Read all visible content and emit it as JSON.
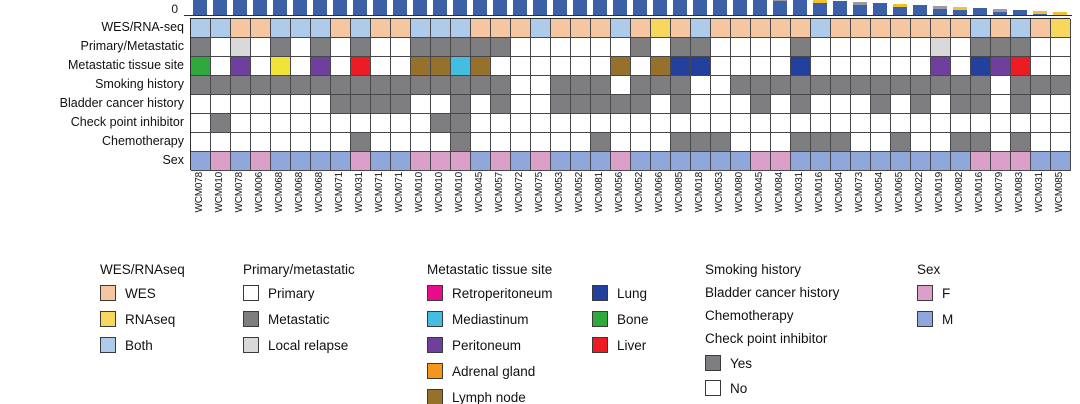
{
  "figure": {
    "kind": "clinical-annotation-heatmap",
    "y_axis_zero_label": "0"
  },
  "colors": {
    "wes": "#F4C7A1",
    "rnaseq": "#F7D75C",
    "both": "#AFCBEA",
    "primary": "#FFFFFF",
    "metastatic": "#7E7E80",
    "local_relapse": "#D9D9D9",
    "retroperitoneum": "#EA0B8C",
    "mediastinum": "#43BEE0",
    "peritoneum": "#6F3F9E",
    "adrenal_gland": "#F7941E",
    "lymph_node": "#96712C",
    "lung": "#24409E",
    "bone": "#2FA83C",
    "liver": "#EC1C24",
    "site_yellow": "#F2E338",
    "yes": "#7E7E80",
    "no": "#FFFFFF",
    "female": "#DAA0CA",
    "male": "#90A7DB",
    "bar_blue": "#3C60A8",
    "cap_yellow": "#F2C12E",
    "cap_orange": "#E8832C",
    "cap_gray": "#9C9CA0",
    "grid": "#47474B"
  },
  "row_labels": [
    "WES/RNA-seq",
    "Primary/Metastatic",
    "Metastatic tissue site",
    "Smoking history",
    "Bladder cancer history",
    "Check point inhibitor",
    "Chemotherapy",
    "Sex"
  ],
  "samples": [
    "WCM078",
    "WCM010",
    "WCM078",
    "WCM006",
    "WCM068",
    "WCM068",
    "WCM068",
    "WCM071",
    "WCM031",
    "WCM071",
    "WCM071",
    "WCM010",
    "WCM010",
    "WCM010",
    "WCM045",
    "WCM057",
    "WCM072",
    "WCM075",
    "WCM053",
    "WCM052",
    "WCM081",
    "WCM056",
    "WCM052",
    "WCM066",
    "WCM085",
    "WCM018",
    "WCM053",
    "WCM080",
    "WCM045",
    "WCM084",
    "WCM031",
    "WCM016",
    "WCM054",
    "WCM073",
    "WCM054",
    "WCM065",
    "WCM022",
    "WCM019",
    "WCM082",
    "WCM016",
    "WCM079",
    "WCM083",
    "WCM031",
    "WCM085"
  ],
  "chart_data": {
    "type": "heatmap",
    "title": "",
    "x": "samples (44 columns)",
    "tracks": {
      "wes_rnaseq": [
        "both",
        "both",
        "wes",
        "wes",
        "both",
        "both",
        "both",
        "wes",
        "both",
        "wes",
        "wes",
        "both",
        "both",
        "both",
        "wes",
        "wes",
        "wes",
        "both",
        "wes",
        "wes",
        "wes",
        "both",
        "wes",
        "rnaseq",
        "wes",
        "both",
        "wes",
        "wes",
        "wes",
        "wes",
        "wes",
        "both",
        "wes",
        "wes",
        "wes",
        "wes",
        "wes",
        "wes",
        "wes",
        "both",
        "wes",
        "both",
        "wes",
        "rnaseq"
      ],
      "primary_metastatic": [
        "metastatic",
        "primary",
        "local_relapse",
        "primary",
        "metastatic",
        "primary",
        "metastatic",
        "primary",
        "metastatic",
        "primary",
        "primary",
        "metastatic",
        "metastatic",
        "metastatic",
        "metastatic",
        "metastatic",
        "primary",
        "primary",
        "primary",
        "primary",
        "primary",
        "primary",
        "metastatic",
        "primary",
        "metastatic",
        "metastatic",
        "primary",
        "primary",
        "primary",
        "primary",
        "metastatic",
        "primary",
        "primary",
        "primary",
        "primary",
        "primary",
        "primary",
        "local_relapse",
        "primary",
        "metastatic",
        "metastatic",
        "metastatic",
        "primary",
        "primary"
      ],
      "metastatic_tissue_site": [
        "bone",
        "",
        "peritoneum",
        "",
        "site_yellow",
        "",
        "peritoneum",
        "",
        "liver",
        "",
        "",
        "lymph_node",
        "lymph_node",
        "mediastinum",
        "lymph_node",
        "",
        "",
        "",
        "",
        "",
        "",
        "lymph_node",
        "",
        "lymph_node",
        "lung",
        "lung",
        "",
        "",
        "",
        "",
        "lung",
        "",
        "",
        "",
        "",
        "",
        "",
        "peritoneum",
        "",
        "lung",
        "peritoneum",
        "liver",
        "",
        ""
      ],
      "smoking_history": [
        "yes",
        "yes",
        "yes",
        "yes",
        "yes",
        "yes",
        "yes",
        "yes",
        "yes",
        "yes",
        "yes",
        "yes",
        "yes",
        "yes",
        "yes",
        "yes",
        "no",
        "no",
        "yes",
        "yes",
        "yes",
        "no",
        "yes",
        "yes",
        "yes",
        "no",
        "no",
        "yes",
        "yes",
        "yes",
        "yes",
        "yes",
        "yes",
        "yes",
        "yes",
        "yes",
        "yes",
        "yes",
        "yes",
        "yes",
        "no",
        "yes",
        "yes",
        "yes"
      ],
      "bladder_cancer_history": [
        "no",
        "no",
        "no",
        "no",
        "no",
        "no",
        "no",
        "yes",
        "yes",
        "yes",
        "yes",
        "no",
        "no",
        "yes",
        "no",
        "yes",
        "no",
        "no",
        "yes",
        "yes",
        "yes",
        "yes",
        "yes",
        "no",
        "yes",
        "no",
        "no",
        "no",
        "yes",
        "no",
        "yes",
        "no",
        "no",
        "no",
        "yes",
        "no",
        "yes",
        "no",
        "yes",
        "yes",
        "no",
        "yes",
        "no",
        "no"
      ],
      "check_point_inhibitor": [
        "no",
        "yes",
        "no",
        "no",
        "no",
        "no",
        "no",
        "no",
        "no",
        "no",
        "no",
        "no",
        "yes",
        "yes",
        "no",
        "no",
        "no",
        "no",
        "no",
        "no",
        "no",
        "no",
        "no",
        "no",
        "no",
        "no",
        "no",
        "no",
        "no",
        "no",
        "no",
        "no",
        "no",
        "no",
        "no",
        "no",
        "no",
        "no",
        "no",
        "no",
        "no",
        "no",
        "no",
        "no"
      ],
      "chemotherapy": [
        "no",
        "no",
        "no",
        "no",
        "no",
        "no",
        "no",
        "no",
        "yes",
        "no",
        "no",
        "no",
        "no",
        "yes",
        "no",
        "no",
        "no",
        "no",
        "no",
        "no",
        "yes",
        "no",
        "no",
        "no",
        "yes",
        "yes",
        "yes",
        "no",
        "no",
        "no",
        "yes",
        "yes",
        "yes",
        "no",
        "no",
        "yes",
        "no",
        "no",
        "yes",
        "yes",
        "no",
        "yes",
        "no",
        "no"
      ],
      "sex": [
        "male",
        "female",
        "male",
        "female",
        "male",
        "male",
        "male",
        "male",
        "female",
        "male",
        "male",
        "female",
        "female",
        "female",
        "male",
        "female",
        "male",
        "female",
        "male",
        "male",
        "male",
        "female",
        "male",
        "male",
        "male",
        "male",
        "male",
        "male",
        "female",
        "female",
        "male",
        "male",
        "male",
        "male",
        "male",
        "male",
        "male",
        "male",
        "male",
        "female",
        "female",
        "female",
        "male",
        "male"
      ]
    },
    "top_bars": {
      "note": "mutation-count style bar chart, clipped at top of figure, baseline labeled 0",
      "heights": [
        1,
        1,
        1,
        1,
        1,
        1,
        1,
        1,
        1,
        1,
        1,
        1,
        1,
        1,
        1,
        1,
        1,
        1,
        1,
        1,
        1,
        1,
        1,
        1,
        1,
        1,
        0.92,
        0.9,
        0.85,
        0.8,
        0.78,
        0.72,
        0.68,
        0.62,
        0.58,
        0.52,
        0.48,
        0.42,
        0.38,
        0.32,
        0.28,
        0.22,
        0.18,
        0.14
      ],
      "caps": [
        "",
        "",
        "",
        "",
        "",
        "",
        "",
        "",
        "",
        "",
        "",
        "",
        "",
        "",
        "",
        "",
        "",
        "",
        "",
        "",
        "",
        "",
        "",
        "",
        "",
        "",
        "cap_orange",
        "cap_orange",
        "cap_yellow",
        "cap_gray",
        "",
        "cap_yellow",
        "",
        "cap_gray",
        "",
        "cap_yellow",
        "",
        "cap_gray",
        "cap_yellow",
        "",
        "cap_gray",
        "",
        "cap_yellow",
        "cap_yellow"
      ]
    }
  },
  "legend": {
    "wes_rnaseq": {
      "header": "WES/RNAseq",
      "items": [
        {
          "label": "WES",
          "color": "wes"
        },
        {
          "label": "RNAseq",
          "color": "rnaseq"
        },
        {
          "label": "Both",
          "color": "both"
        }
      ]
    },
    "primary_metastatic": {
      "header": "Primary/metastatic",
      "items": [
        {
          "label": "Primary",
          "color": "primary"
        },
        {
          "label": "Metastatic",
          "color": "metastatic"
        },
        {
          "label": "Local relapse",
          "color": "local_relapse"
        }
      ]
    },
    "tissue_site": {
      "header": "Metastatic tissue site",
      "col_a": [
        {
          "label": "Retroperitoneum",
          "color": "retroperitoneum"
        },
        {
          "label": "Mediastinum",
          "color": "mediastinum"
        },
        {
          "label": "Peritoneum",
          "color": "peritoneum"
        },
        {
          "label": "Adrenal gland",
          "color": "adrenal_gland"
        },
        {
          "label": "Lymph node",
          "color": "lymph_node"
        }
      ],
      "col_b": [
        {
          "label": "Lung",
          "color": "lung"
        },
        {
          "label": "Bone",
          "color": "bone"
        },
        {
          "label": "Liver",
          "color": "liver"
        }
      ]
    },
    "clinical": {
      "headers": [
        "Smoking history",
        "Bladder cancer history",
        "Chemotherapy",
        "Check point inhibitor"
      ],
      "items": [
        {
          "label": "Yes",
          "color": "yes"
        },
        {
          "label": "No",
          "color": "no"
        }
      ]
    },
    "sex": {
      "header": "Sex",
      "items": [
        {
          "label": "F",
          "color": "female"
        },
        {
          "label": "M",
          "color": "male"
        }
      ]
    }
  }
}
